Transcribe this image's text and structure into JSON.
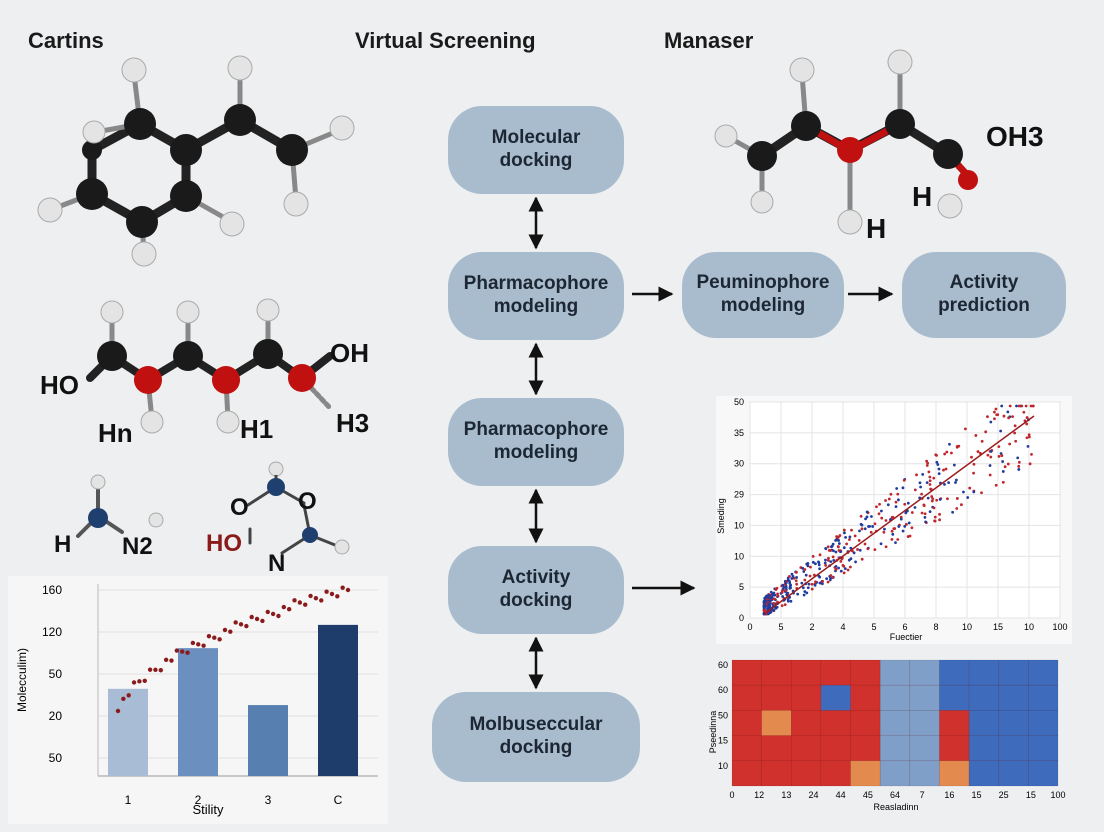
{
  "titles": {
    "left": "Cartins",
    "center": "Virtual Screening",
    "right": "Manaser"
  },
  "molecule_labels": {
    "m3": {
      "ho": "HO",
      "oh": "OH",
      "hn": "Hn",
      "h1": "H1",
      "h3": "H3"
    },
    "m4": {
      "h": "H",
      "n2": "N2"
    },
    "m5": {
      "o_left": "O",
      "o_right": "O",
      "ho": "HO",
      "n": "N"
    },
    "m2": {
      "oh3": "OH3",
      "h_left": "H",
      "h_bottom": "H"
    }
  },
  "workflow": {
    "center": [
      "Molecular\ndocking",
      "Pharmacophore\nmodeling",
      "Pharmacophore\nmodeling",
      "Activity\ndocking",
      "Molbuseccular\ndocking"
    ],
    "right": [
      "Peuminophore\nmodeling",
      "Activity\nprediction"
    ]
  },
  "colors": {
    "pill": "#a9bccd",
    "atom_c": "#1a1a1a",
    "atom_o": "#c01010",
    "atom_n": "#1f3f6e",
    "red_series": "#c0272d",
    "blue_series": "#1f3c9e"
  },
  "chart_data": [
    {
      "type": "bar",
      "categories": [
        "1",
        "2",
        "3",
        "C"
      ],
      "values": [
        75,
        110,
        61,
        130
      ],
      "yticks": [
        "160",
        "120",
        "50",
        "20",
        "50"
      ],
      "ylabel": "Molecculim)",
      "xlabel": "Stility",
      "overlay": {
        "type": "scatter",
        "color": "#8b1a1a",
        "trend": "rising"
      }
    },
    {
      "type": "scatter",
      "xticks": [
        "0",
        "5",
        "2",
        "4",
        "5",
        "6",
        "8",
        "10",
        "15",
        "10",
        "100"
      ],
      "yticks": [
        "50",
        "35",
        "30",
        "29",
        "10",
        "10",
        "5",
        "0"
      ],
      "xlabel": "Fuectier",
      "ylabel": "Smeding",
      "series": [
        {
          "name": "",
          "color": "#1f3c9e"
        },
        {
          "name": "",
          "color": "#c0272d"
        }
      ],
      "trendline": true,
      "grid": true
    },
    {
      "type": "heatmap",
      "xticks": [
        "0",
        "12",
        "13",
        "24",
        "44",
        "45",
        "64",
        "7",
        "16",
        "15",
        "25",
        "15",
        "100"
      ],
      "yticks": [
        "60",
        "60",
        "50",
        "15",
        "10"
      ],
      "xlabel": "Reasladinn",
      "ylabel": "Pseedinna",
      "rows": [
        [
          "R",
          "R",
          "R",
          "R",
          "R",
          "L",
          "L",
          "B",
          "B",
          "B",
          "B"
        ],
        [
          "R",
          "R",
          "R",
          "B",
          "R",
          "L",
          "L",
          "B",
          "B",
          "B",
          "B"
        ],
        [
          "R",
          "O",
          "R",
          "R",
          "R",
          "L",
          "L",
          "R",
          "B",
          "B",
          "B"
        ],
        [
          "R",
          "R",
          "R",
          "R",
          "R",
          "L",
          "L",
          "R",
          "B",
          "B",
          "B"
        ],
        [
          "R",
          "R",
          "R",
          "R",
          "O",
          "L",
          "L",
          "O",
          "B",
          "B",
          "B"
        ]
      ]
    }
  ]
}
